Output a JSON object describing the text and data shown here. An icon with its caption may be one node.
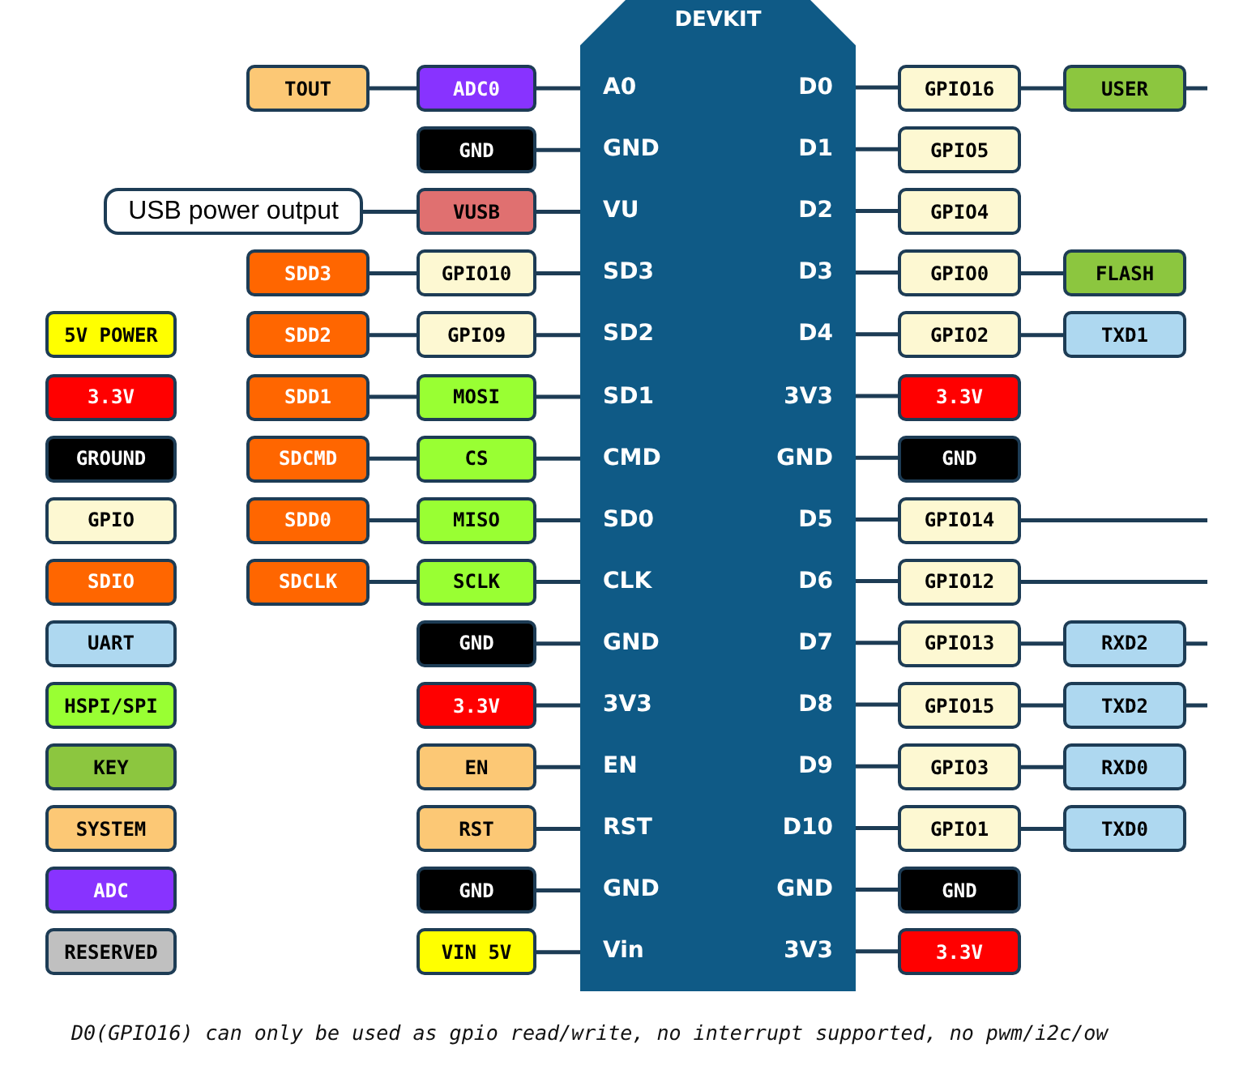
{
  "diagram": {
    "caption": "D0(GPIO16) can only be used as gpio read/write, no interrupt supported, no pwm/i2c/ow",
    "nodes": [
      {
        "text": [
          "DEVKIT"
        ]
      },
      {
        "text": [
          "A0"
        ],
        "in": 0
      },
      {
        "text": [
          "GND"
        ],
        "in": 0
      },
      {
        "text": [
          "VU"
        ],
        "in": 0
      },
      {
        "text": [
          "SD3"
        ],
        "in": 0
      },
      {
        "text": [
          "SD2"
        ],
        "in": 0
      },
      {
        "text": [
          "SD1"
        ],
        "in": 0
      },
      {
        "text": [
          "CMD"
        ],
        "in": 0
      },
      {
        "text": [
          "SD0"
        ],
        "in": 0
      },
      {
        "text": [
          "CLK"
        ],
        "in": 0
      },
      {
        "text": [
          "GND"
        ],
        "in": 0
      },
      {
        "text": [
          "3V3"
        ],
        "in": 0
      },
      {
        "text": [
          "EN"
        ],
        "in": 0
      },
      {
        "text": [
          "RST"
        ],
        "in": 0
      },
      {
        "text": [
          "GND"
        ],
        "in": 0
      },
      {
        "text": [
          "Vin"
        ],
        "in": 0
      },
      {
        "text": [
          "D0"
        ],
        "in": 0
      },
      {
        "text": [
          "D1"
        ],
        "in": 0
      },
      {
        "text": [
          "D2"
        ],
        "in": 0
      },
      {
        "text": [
          "D3"
        ],
        "in": 0
      },
      {
        "text": [
          "D4"
        ],
        "in": 0
      },
      {
        "text": [
          "3V3"
        ],
        "in": 0
      },
      {
        "text": [
          "GND"
        ],
        "in": 0
      },
      {
        "text": [
          "D5"
        ],
        "in": 0
      },
      {
        "text": [
          "D6"
        ],
        "in": 0
      },
      {
        "text": [
          "D7"
        ],
        "in": 0
      },
      {
        "text": [
          "D8"
        ],
        "in": 0
      },
      {
        "text": [
          "D9"
        ],
        "in": 0
      },
      {
        "text": [
          "D10"
        ],
        "in": 0
      },
      {
        "text": [
          "GND"
        ],
        "in": 0
      },
      {
        "text": [
          "3V3"
        ],
        "in": 0
      },
      {
        "text": [
          "ADC0"
        ]
      },
      {
        "text": [
          "GND"
        ]
      },
      {
        "text": [
          "VUSB"
        ]
      },
      {
        "text": [
          "GPIO10"
        ]
      },
      {
        "text": [
          "GPIO9"
        ]
      },
      {
        "text": [
          "MOSI"
        ]
      },
      {
        "text": [
          "CS"
        ]
      },
      {
        "text": [
          "MISO"
        ]
      },
      {
        "text": [
          "SCLK"
        ]
      },
      {
        "text": [
          "GND"
        ]
      },
      {
        "text": [
          "3.3V"
        ]
      },
      {
        "text": [
          "EN"
        ]
      },
      {
        "text": [
          "RST"
        ]
      },
      {
        "text": [
          "GND"
        ]
      },
      {
        "text": [
          "VIN 5V"
        ]
      },
      {
        "text": [
          "TOUT"
        ]
      },
      {
        "text": [
          "USB power output"
        ]
      },
      {
        "text": [
          "SDD3"
        ]
      },
      {
        "text": [
          "SDD2"
        ]
      },
      {
        "text": [
          "SDD1"
        ]
      },
      {
        "text": [
          "SDCMD"
        ]
      },
      {
        "text": [
          "SDD0"
        ]
      },
      {
        "text": [
          "SDCLK"
        ]
      },
      {
        "text": [
          "GPIO16"
        ]
      },
      {
        "text": [
          "GPIO5"
        ]
      },
      {
        "text": [
          "GPIO4"
        ]
      },
      {
        "text": [
          "GPIO0"
        ]
      },
      {
        "text": [
          "GPIO2"
        ]
      },
      {
        "text": [
          "3.3V"
        ]
      },
      {
        "text": [
          "GND"
        ]
      },
      {
        "text": [
          "GPIO14"
        ]
      },
      {
        "text": [
          "GPIO12"
        ]
      },
      {
        "text": [
          "GPIO13"
        ]
      },
      {
        "text": [
          "GPIO15"
        ]
      },
      {
        "text": [
          "GPIO3"
        ]
      },
      {
        "text": [
          "GPIO1"
        ]
      },
      {
        "text": [
          "GND"
        ]
      },
      {
        "text": [
          "3.3V"
        ]
      },
      {
        "text": [
          "USER"
        ]
      },
      {
        "text": [
          "FLASH"
        ]
      },
      {
        "text": [
          "TXD1"
        ]
      },
      {
        "text": [
          "RXD2"
        ]
      },
      {
        "text": [
          "TXD2"
        ]
      },
      {
        "text": [
          "RXD0"
        ]
      },
      {
        "text": [
          "TXD0"
        ]
      }
    ],
    "edges": [
      {
        "from": 31,
        "to": 1,
        "arrow": "none"
      },
      {
        "from": 32,
        "to": 2,
        "arrow": "none"
      },
      {
        "from": 33,
        "to": 3,
        "arrow": "none"
      },
      {
        "from": 34,
        "to": 4,
        "arrow": "none"
      },
      {
        "from": 35,
        "to": 5,
        "arrow": "none"
      },
      {
        "from": 36,
        "to": 6,
        "arrow": "none"
      },
      {
        "from": 37,
        "to": 7,
        "arrow": "none"
      },
      {
        "from": 38,
        "to": 8,
        "arrow": "none"
      },
      {
        "from": 39,
        "to": 9,
        "arrow": "none"
      },
      {
        "from": 40,
        "to": 10,
        "arrow": "none"
      },
      {
        "from": 41,
        "to": 11,
        "arrow": "none"
      },
      {
        "from": 42,
        "to": 12,
        "arrow": "none"
      },
      {
        "from": 43,
        "to": 13,
        "arrow": "none"
      },
      {
        "from": 44,
        "to": 14,
        "arrow": "none"
      },
      {
        "from": 45,
        "to": 15,
        "arrow": "none"
      },
      {
        "from": 46,
        "to": 31,
        "arrow": "none"
      },
      {
        "from": 47,
        "to": 33,
        "arrow": "none"
      },
      {
        "from": 48,
        "to": 34,
        "arrow": "none"
      },
      {
        "from": 49,
        "to": 35,
        "arrow": "none"
      },
      {
        "from": 50,
        "to": 36,
        "arrow": "none"
      },
      {
        "from": 51,
        "to": 37,
        "arrow": "none"
      },
      {
        "from": 52,
        "to": 38,
        "arrow": "none"
      },
      {
        "from": 53,
        "to": 39,
        "arrow": "none"
      },
      {
        "from": 16,
        "to": 54,
        "arrow": "none"
      },
      {
        "from": 17,
        "to": 55,
        "arrow": "none"
      },
      {
        "from": 18,
        "to": 56,
        "arrow": "none"
      },
      {
        "from": 19,
        "to": 57,
        "arrow": "none"
      },
      {
        "from": 20,
        "to": 58,
        "arrow": "none"
      },
      {
        "from": 21,
        "to": 59,
        "arrow": "none"
      },
      {
        "from": 22,
        "to": 60,
        "arrow": "none"
      },
      {
        "from": 23,
        "to": 61,
        "arrow": "none"
      },
      {
        "from": 24,
        "to": 62,
        "arrow": "none"
      },
      {
        "from": 25,
        "to": 63,
        "arrow": "none"
      },
      {
        "from": 26,
        "to": 64,
        "arrow": "none"
      },
      {
        "from": 27,
        "to": 65,
        "arrow": "none"
      },
      {
        "from": 28,
        "to": 66,
        "arrow": "none"
      },
      {
        "from": 29,
        "to": 67,
        "arrow": "none"
      },
      {
        "from": 30,
        "to": 68,
        "arrow": "none"
      },
      {
        "from": 54,
        "to": 69,
        "arrow": "none"
      },
      {
        "from": 57,
        "to": 70,
        "arrow": "none"
      },
      {
        "from": 58,
        "to": 71,
        "arrow": "none"
      },
      {
        "from": 63,
        "to": 72,
        "arrow": "none"
      },
      {
        "from": 64,
        "to": 73,
        "arrow": "none"
      },
      {
        "from": 65,
        "to": 74,
        "arrow": "none"
      },
      {
        "from": 66,
        "to": 75,
        "arrow": "none"
      },
      {
        "from": 69,
        "to": null,
        "arrow": "none"
      },
      {
        "from": 61,
        "to": null,
        "arrow": "none"
      },
      {
        "from": 62,
        "to": null,
        "arrow": "none"
      },
      {
        "from": 72,
        "to": null,
        "arrow": "none"
      },
      {
        "from": 73,
        "to": null,
        "arrow": "none"
      }
    ],
    "legend": [
      {
        "text": "5V POWER",
        "color": "#ffff00"
      },
      {
        "text": "3.3V",
        "color": "#ff0000"
      },
      {
        "text": "GROUND",
        "color": "#000000"
      },
      {
        "text": "GPIO",
        "color": "#fdf8d2"
      },
      {
        "text": "SDIO",
        "color": "#ff6600"
      },
      {
        "text": "UART",
        "color": "#aed8f0"
      },
      {
        "text": "HSPI/SPI",
        "color": "#99ff33"
      },
      {
        "text": "KEY",
        "color": "#8cc63f"
      },
      {
        "text": "SYSTEM",
        "color": "#fcc875"
      },
      {
        "text": "ADC",
        "color": "#8833ff"
      },
      {
        "text": "RESERVED",
        "color": "#c0c0c0"
      }
    ]
  }
}
